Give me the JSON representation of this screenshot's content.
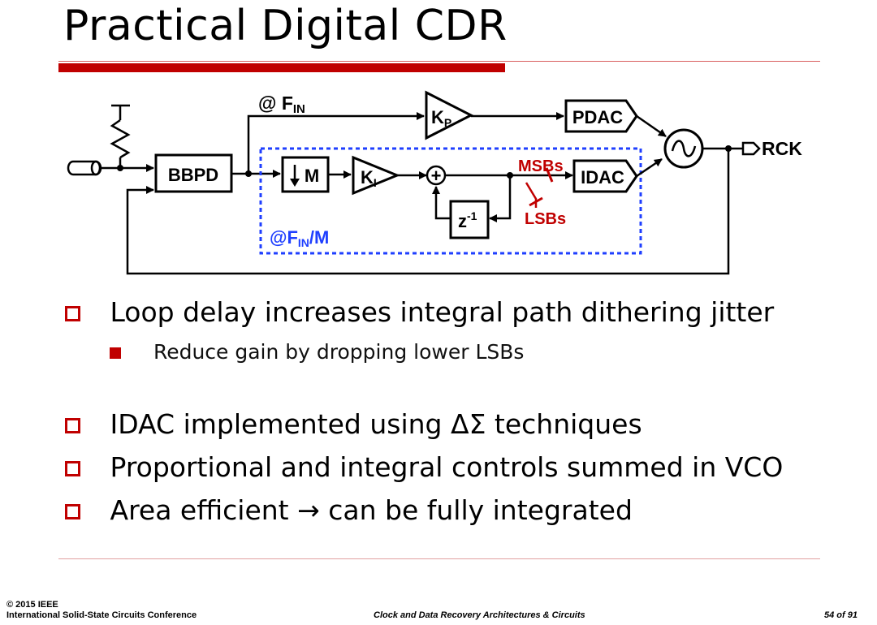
{
  "title": "Practical Digital CDR",
  "diagram": {
    "fin_label": "@ F",
    "fin_sub": "IN",
    "fin_m_label": "@F",
    "fin_m_sub": "IN",
    "fin_m_suffix": "/M",
    "bbpd": "BBPD",
    "decimator": "M",
    "ki": "K",
    "ki_sub": "I",
    "kp": "K",
    "kp_sub": "P",
    "adder": "+",
    "delay": "z",
    "delay_sup": "-1",
    "pdac": "PDAC",
    "idac": "IDAC",
    "msbs": "MSBs",
    "lsbs": "LSBs",
    "rck": "RCK",
    "accent_red": "#c00000",
    "dashed_blue": "#1f3fff"
  },
  "bullets": [
    {
      "level": 1,
      "text": "Loop delay increases integral path dithering jitter"
    },
    {
      "level": 2,
      "text": "Reduce gain by dropping lower LSBs"
    },
    {
      "level": 1,
      "text": "IDAC implemented using ΔΣ techniques"
    },
    {
      "level": 1,
      "text": "Proportional and integral controls summed in VCO"
    },
    {
      "level": 1,
      "text": "Area efficient → can be fully integrated"
    }
  ],
  "footer": {
    "copyright": "© 2015 IEEE",
    "conference": "International Solid-State Circuits Conference",
    "course": "Clock and Data Recovery Architectures & Circuits",
    "page": "54 of 91"
  }
}
